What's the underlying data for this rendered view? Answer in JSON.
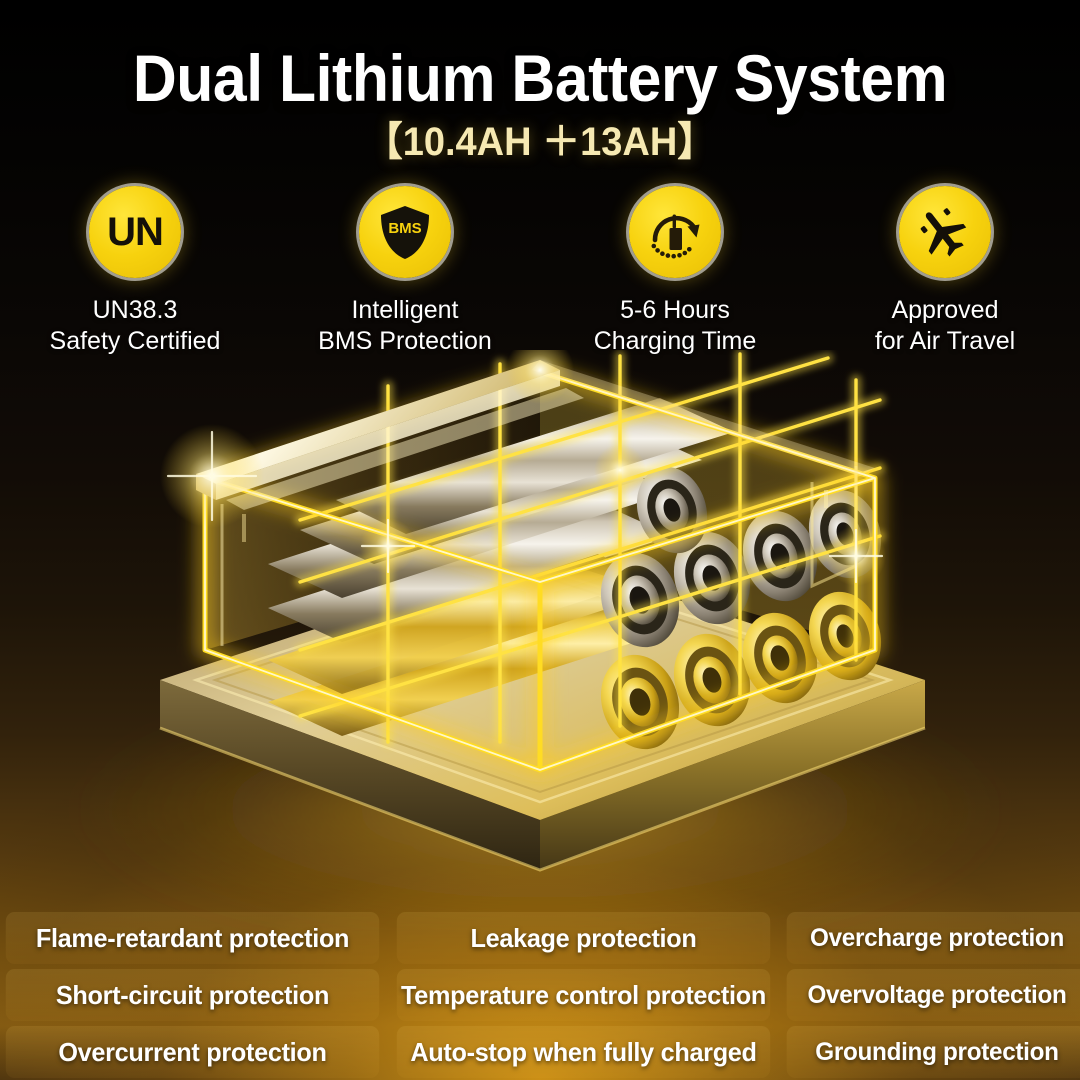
{
  "header": {
    "title": "Dual Lithium Battery System",
    "subtitle": "【10.4AH ＋13AH】"
  },
  "colors": {
    "accent_yellow": "#F7D20E",
    "subtitle_cream": "#F6E9B2",
    "text_white": "#FFFFFF",
    "background_top": "#000000",
    "background_bottom": "#8E6214"
  },
  "features": [
    {
      "icon": "un-certification-icon",
      "icon_text": "UN",
      "line1": "UN38.3",
      "line2": "Safety Certified"
    },
    {
      "icon": "bms-shield-icon",
      "icon_text": "BMS",
      "line1": "Intelligent",
      "line2": "BMS Protection"
    },
    {
      "icon": "charging-time-icon",
      "icon_text": "",
      "line1": "5-6 Hours",
      "line2": "Charging Time"
    },
    {
      "icon": "airplane-icon",
      "icon_text": "",
      "line1": "Approved",
      "line2": "for Air Travel"
    }
  ],
  "product_image": {
    "name": "lithium-battery-pack-render",
    "description": "3D render of lithium battery pack with cylindrical cells in glowing transparent housing"
  },
  "protection_grid": {
    "rows": [
      [
        "Flame-retardant protection",
        "Leakage protection",
        "Overcharge protection"
      ],
      [
        "Short-circuit protection",
        "Temperature control protection",
        "Overvoltage protection"
      ],
      [
        "Overcurrent protection",
        "Auto-stop when fully charged",
        "Grounding protection"
      ]
    ]
  }
}
